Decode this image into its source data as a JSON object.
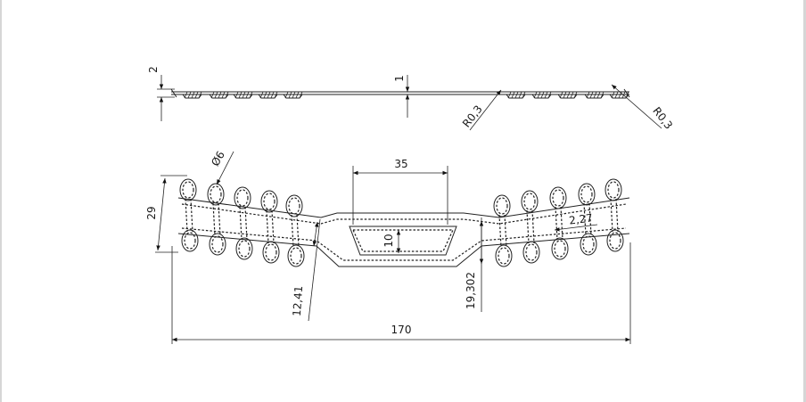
{
  "drawing": {
    "dimensions": {
      "side_thickness": "2",
      "side_offset": "1",
      "radius_left": "R0,3",
      "radius_right": "R0,3",
      "hole_diameter": "Ø6",
      "overall_height": "29",
      "center_width": "35",
      "center_slot": "10",
      "lace_gap": "2,27",
      "band_height_left": "12,41",
      "band_height_right": "19,302",
      "overall_length": "170"
    }
  }
}
